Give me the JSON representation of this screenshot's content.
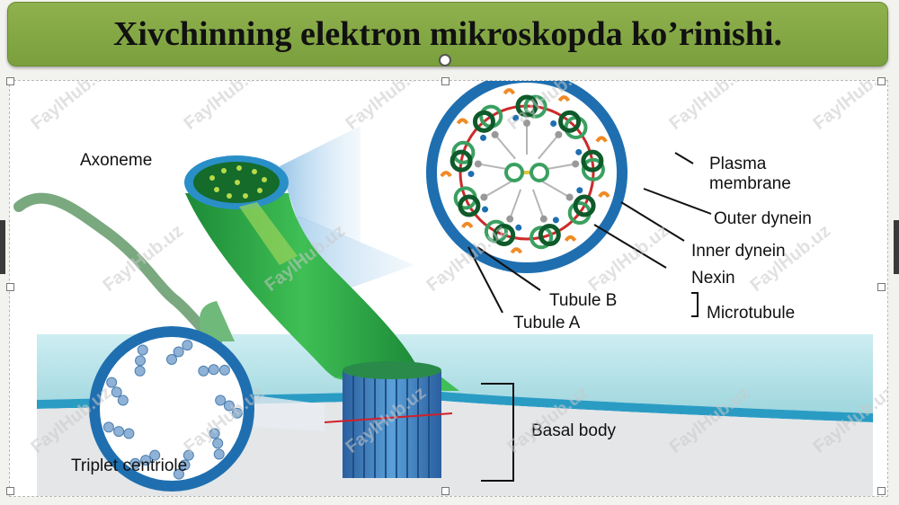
{
  "title": "Xivchinning elektron mikroskopda ko’rinishi.",
  "labels": {
    "axoneme": "Axoneme",
    "plasma_membrane_1": "Plasma",
    "plasma_membrane_2": "membrane",
    "outer_dynein": "Outer dynein",
    "inner_dynein": "Inner dynein",
    "nexin": "Nexin",
    "tubule_b": "Tubule B",
    "tubule_a": "Tubule A",
    "microtubule": "Microtubule",
    "basal_body": "Basal body",
    "triplet_centriole": "Triplet centriole"
  },
  "watermark": "FaylHub.uz",
  "colors": {
    "title_bar": "#7fa542",
    "flagellum_green": "#2aa043",
    "membrane_blue": "#1f6fb0",
    "cytoplasm": "#bfe6ea",
    "dynein_orange": "#f08a24",
    "nexin_red": "#cc2a2a"
  }
}
